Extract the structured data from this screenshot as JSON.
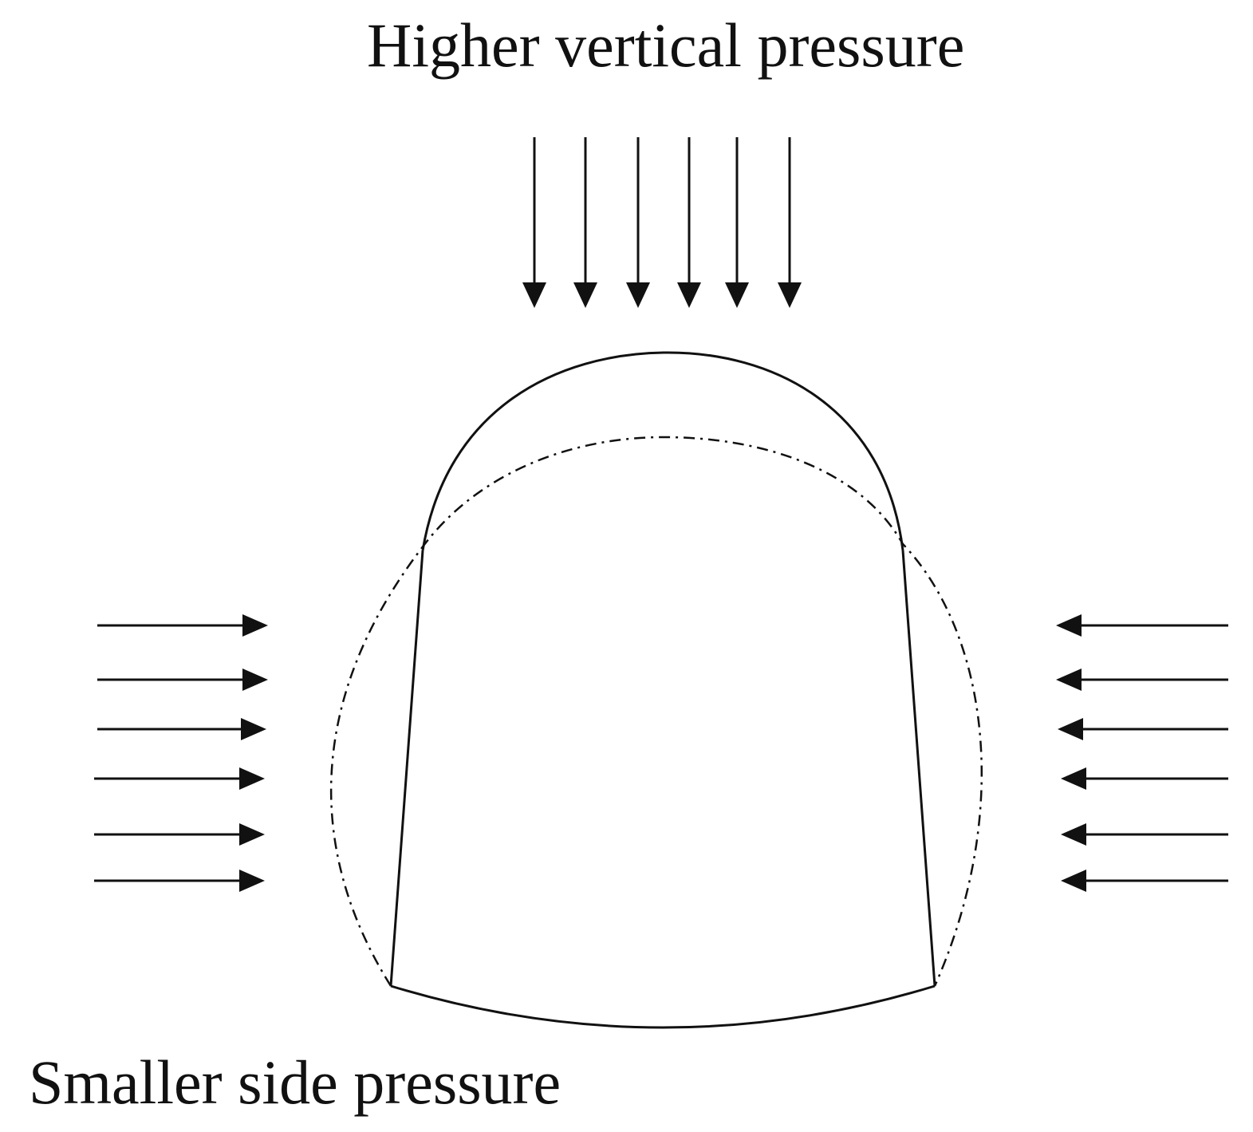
{
  "labels": {
    "vertical_pressure": "Higher vertical pressure",
    "side_pressure": "Smaller side pressure"
  },
  "arrows": {
    "vertical_count": 6,
    "left_count": 6,
    "right_count": 6
  },
  "colors": {
    "line": "#111111",
    "background": "#ffffff"
  }
}
